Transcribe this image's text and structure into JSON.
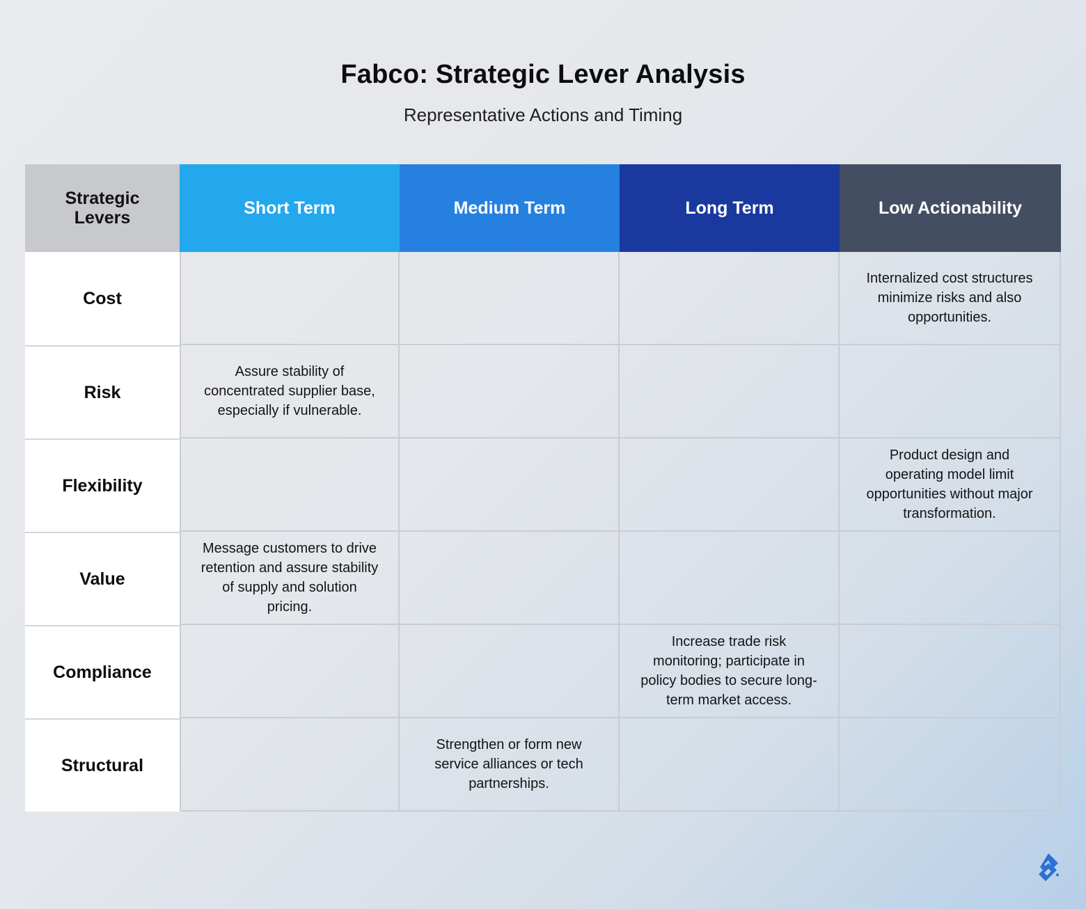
{
  "chart_data": {
    "type": "table",
    "title": "Fabco: Strategic Lever Analysis",
    "subtitle": "Representative Actions and Timing",
    "columns": [
      "Strategic Levers",
      "Short Term",
      "Medium Term",
      "Long Term",
      "Low Actionability"
    ],
    "rows": [
      {
        "lever": "Cost",
        "cells": [
          "",
          "",
          "",
          "Internalized cost structures minimize risks and also opportunities."
        ]
      },
      {
        "lever": "Risk",
        "cells": [
          "Assure stability of concentrated supplier base, especially if vulnerable.",
          "",
          "",
          ""
        ]
      },
      {
        "lever": "Flexibility",
        "cells": [
          "",
          "",
          "",
          "Product design and operating model limit opportunities without major transformation."
        ]
      },
      {
        "lever": "Value",
        "cells": [
          "Message customers to drive retention and assure stability of supply and solution pricing.",
          "",
          "",
          ""
        ]
      },
      {
        "lever": "Compliance",
        "cells": [
          "",
          "",
          "Increase trade risk monitoring; participate in policy bodies to secure long-term market access.",
          ""
        ]
      },
      {
        "lever": "Structural",
        "cells": [
          "",
          "Strengthen or form new service alliances or tech partnerships.",
          "",
          ""
        ]
      }
    ],
    "colors": {
      "levers_header": "#c8c9cc",
      "short_term": "#23a8ee",
      "medium_term": "#2680e0",
      "long_term": "#1a399f",
      "low_actionability": "#434e62"
    }
  },
  "logo": {
    "icon": "toptal-logo-icon",
    "color": "#2d6fd6"
  }
}
